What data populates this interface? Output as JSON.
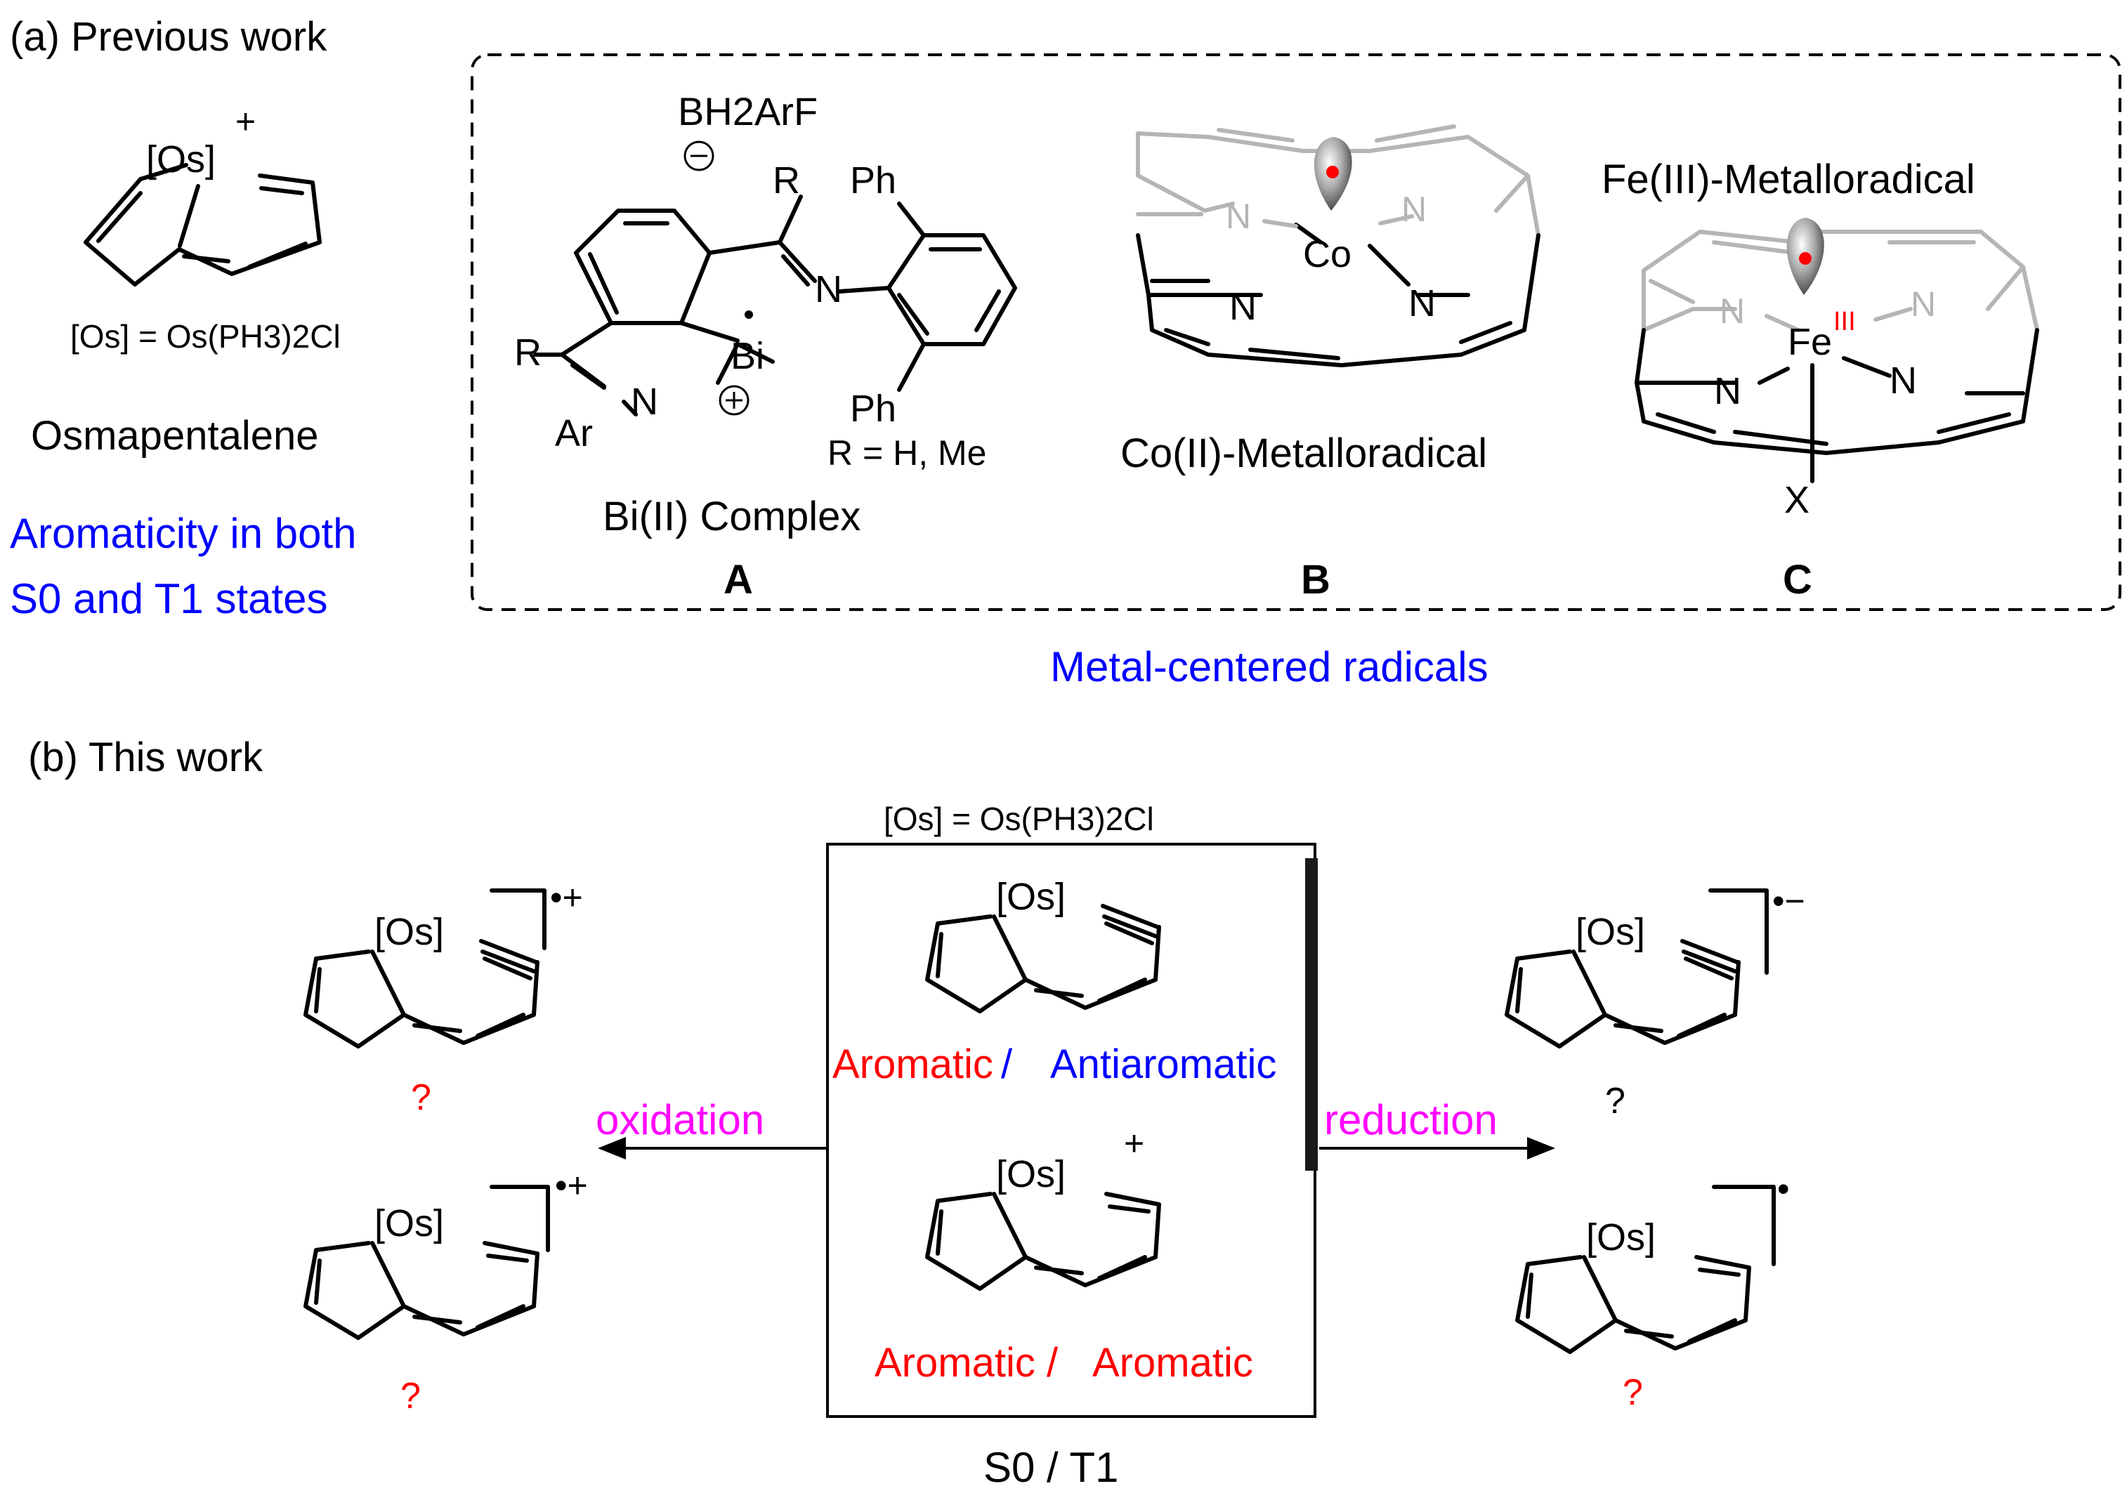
{
  "section_a": {
    "label": "(a) Previous work",
    "osma_def": "[Os] = Os(PH3)2Cl",
    "osma_name": "Osmapentalene",
    "aromaticity_line1": "Aromaticity in both",
    "aromaticity_line2": "S0 and T1 states"
  },
  "box": {
    "A": {
      "counterion": "BH2ArF",
      "sub_def": "R = H, Me",
      "name": "Bi(II) Complex",
      "letter": "A",
      "atoms": {
        "R": "R",
        "Ar": "Ar",
        "N": "N",
        "Ph": "Ph",
        "Bi": "Bi"
      }
    },
    "B": {
      "name": "Co(II)-Metalloradical",
      "letter": "B",
      "metal": "Co"
    },
    "C": {
      "name": "Fe(III)-Metalloradical",
      "letter": "C",
      "metal": "Fe",
      "ox": "III",
      "axial": "X"
    },
    "caption": "Metal-centered radicals"
  },
  "section_b": {
    "label": "(b) This work",
    "os_def": "[Os] = Os(PH3)2Cl",
    "os_label": "[Os]",
    "aromatic": "Aromatic",
    "antiaromatic": "Antiaromatic",
    "slash": " / ",
    "state": "S0 / T1",
    "oxidation": "oxidation",
    "reduction": "reduction",
    "question": "?",
    "charge_radical_cation": "•+",
    "charge_radical_anion": "•−",
    "charge_radical": "•",
    "charge_plus": "+"
  },
  "colors": {
    "red": "#ff0000",
    "blue": "#0000ff",
    "magenta": "#ff00ff",
    "gray_bond": "#b5b5b5"
  }
}
